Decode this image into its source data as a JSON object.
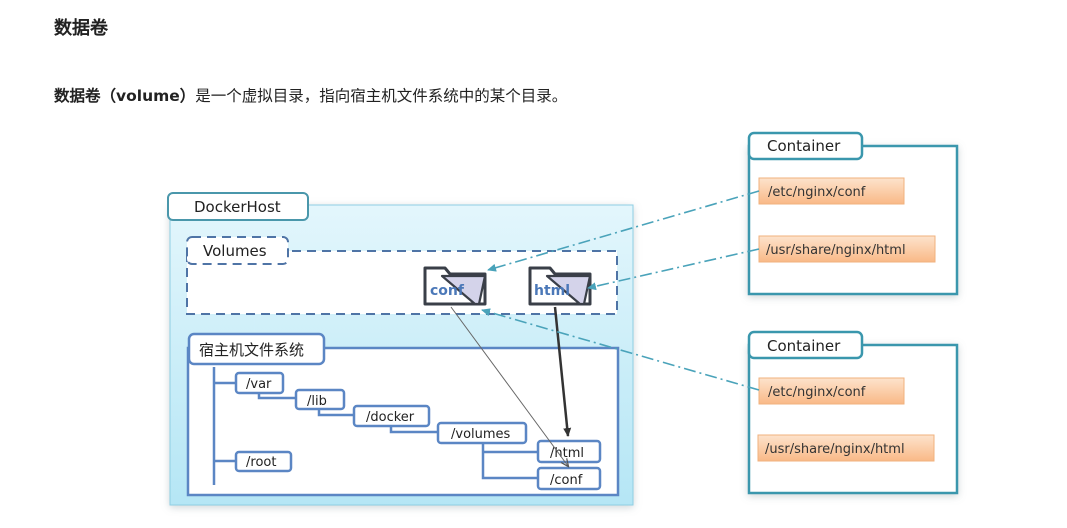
{
  "heading": "数据卷",
  "paragraph": {
    "bold": "数据卷（volume）",
    "rest": "是一个虚拟目录，指向宿主机文件系统中的某个目录。"
  },
  "diagram": {
    "docker_host": {
      "label": "DockerHost",
      "volumes": {
        "label": "Volumes",
        "folders": [
          "conf",
          "html"
        ]
      },
      "host_fs": {
        "label": "宿主机文件系统",
        "tree": {
          "var": "/var",
          "lib": "/lib",
          "docker": "/docker",
          "volumes": "/volumes",
          "html": "/html",
          "conf": "/conf",
          "root": "/root"
        }
      }
    },
    "containers": [
      {
        "label": "Container",
        "paths": [
          "/etc/nginx/conf",
          "/usr/share/nginx/html"
        ]
      },
      {
        "label": "Container",
        "paths": [
          "/etc/nginx/conf",
          "/usr/share/nginx/html"
        ]
      }
    ],
    "colors": {
      "host_bg": "#c9eef8",
      "host_border": "#8fcfe4",
      "tab_border": "#4a97ab",
      "volume_dash": "#4f74a6",
      "tree_blue": "#5b86c4",
      "container_border": "#3a97ad",
      "orange_path": "#fbc99a",
      "dash_line": "#4aa3ba",
      "folder_text": "#4b78b8"
    }
  }
}
